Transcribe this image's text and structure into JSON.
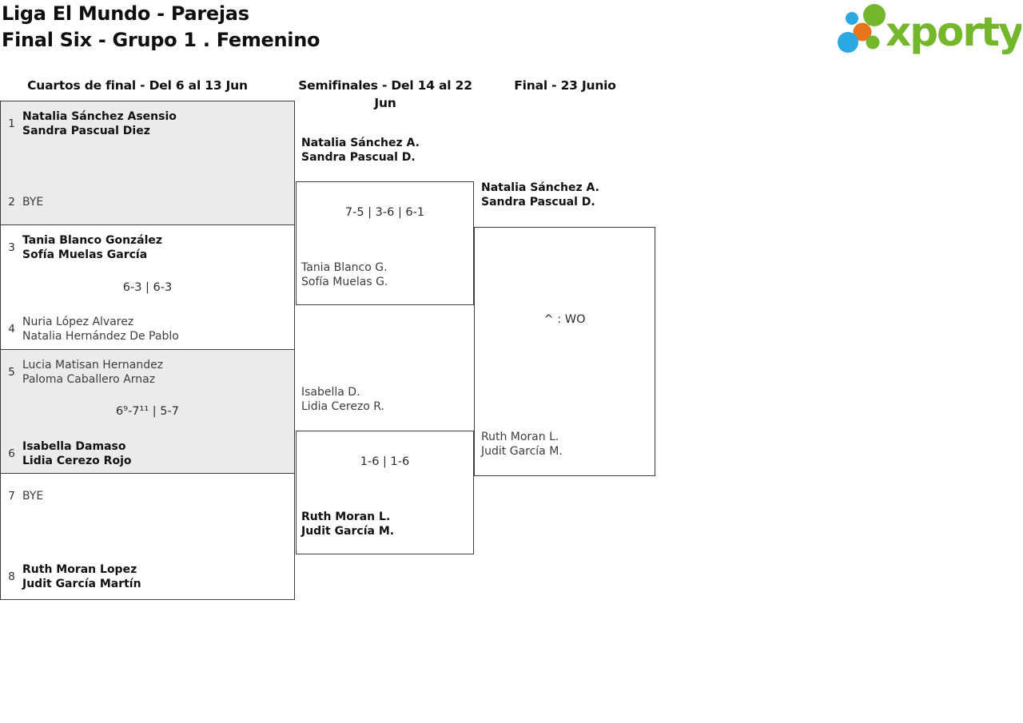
{
  "header": {
    "title_line1": "Liga El Mundo - Parejas",
    "title_line2": "Final Six - Grupo 1 . Femenino"
  },
  "logo": {
    "text": "xporty",
    "green": "#74b62c",
    "blue": "#2aa9e0",
    "orange": "#e8741c"
  },
  "round_headers": {
    "quarterfinals": "Cuartos de final - Del 6 al 13 Jun",
    "semifinals_line1": "Semifinales - Del 14 al 22",
    "semifinals_line2": "Jun",
    "final": "Final - 23 Junio"
  },
  "colors": {
    "shaded_box": "#ebebeb",
    "border": "#3c3c3c"
  },
  "bracket": {
    "quarterfinals": [
      {
        "seed_top": "1",
        "team_top": [
          "Natalia Sánchez Asensio",
          "Sandra Pascual Diez"
        ],
        "top_winner": true,
        "seed_bottom": "2",
        "team_bottom": [
          "BYE"
        ],
        "bottom_winner": false
      },
      {
        "seed_top": "3",
        "team_top": [
          "Tania Blanco González",
          "Sofía Muelas García"
        ],
        "top_winner": true,
        "score": "6-3 | 6-3",
        "seed_bottom": "4",
        "team_bottom": [
          "Nuria López Alvarez",
          "Natalia Hernández De Pablo"
        ],
        "bottom_winner": false
      },
      {
        "seed_top": "5",
        "team_top": [
          "Lucia Matisan Hernandez",
          "Paloma Caballero Arnaz"
        ],
        "top_winner": false,
        "score": "6⁹-7¹¹ | 5-7",
        "seed_bottom": "6",
        "team_bottom": [
          "Isabella Damaso",
          "Lidia Cerezo Rojo"
        ],
        "bottom_winner": true
      },
      {
        "seed_top": "7",
        "team_top": [
          "BYE"
        ],
        "top_winner": false,
        "seed_bottom": "8",
        "team_bottom": [
          "Ruth Moran Lopez",
          "Judit García Martín"
        ],
        "bottom_winner": true
      }
    ],
    "semifinals": [
      {
        "team_top": [
          "Natalia Sánchez A.",
          "Sandra Pascual D."
        ],
        "top_winner": true,
        "score": "7-5 | 3-6 | 6-1",
        "team_bottom": [
          "Tania Blanco G.",
          "Sofía Muelas G."
        ],
        "bottom_winner": false
      },
      {
        "team_top": [
          "Isabella D.",
          "Lidia Cerezo R."
        ],
        "top_winner": false,
        "score": "1-6 | 1-6",
        "team_bottom": [
          "Ruth Moran L.",
          "Judit García M."
        ],
        "bottom_winner": true
      }
    ],
    "final": {
      "team_top": [
        "Natalia Sánchez A.",
        "Sandra Pascual D."
      ],
      "top_winner": true,
      "score": "^ : WO",
      "team_bottom": [
        "Ruth Moran L.",
        "Judit García M."
      ],
      "bottom_winner": false
    }
  }
}
